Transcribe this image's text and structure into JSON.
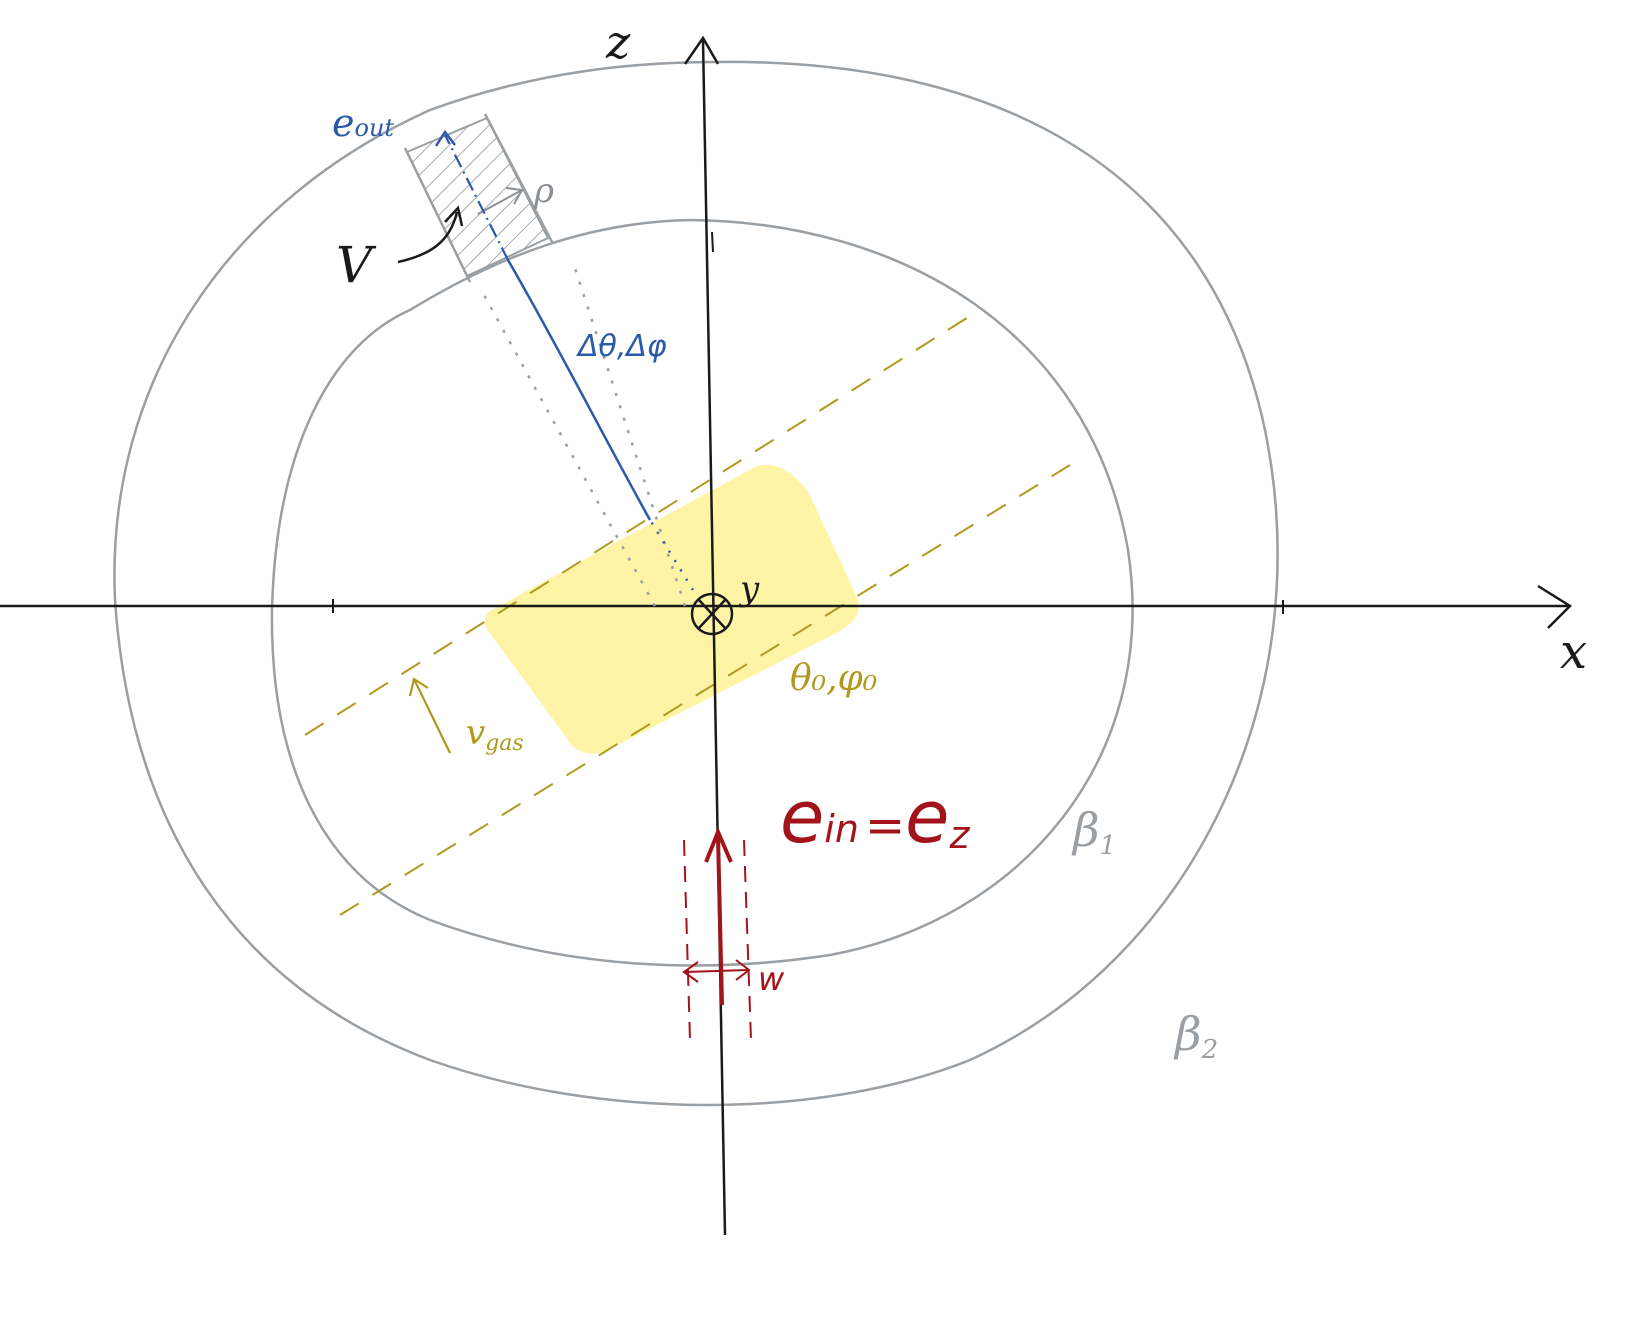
{
  "labels": {
    "z_axis": "z",
    "x_axis": "x",
    "y_axis": "y",
    "e_out": "e",
    "e_out_sub": "out",
    "rho": "ρ",
    "volume": "V",
    "delta_angles": "Δθ,Δφ",
    "theta_phi_0": "θ₀,φ₀",
    "v_gas": "v",
    "v_gas_sub": "gas",
    "e_in": "e",
    "e_in_sub": "in",
    "equals": "=",
    "e_z": "e",
    "e_z_sub": "z",
    "width": "w",
    "boundary_1": "β",
    "boundary_1_sub": "1",
    "boundary_2": "β",
    "boundary_2_sub": "2"
  },
  "colors": {
    "axis": "#1a1a1a",
    "boundary": "#9a9fa3",
    "gas_fill": "#fff4a6",
    "gas_line": "#b09a1e",
    "outgoing": "#2a5aa8",
    "incoming": "#a3131a",
    "hatch": "#8b8f93"
  }
}
